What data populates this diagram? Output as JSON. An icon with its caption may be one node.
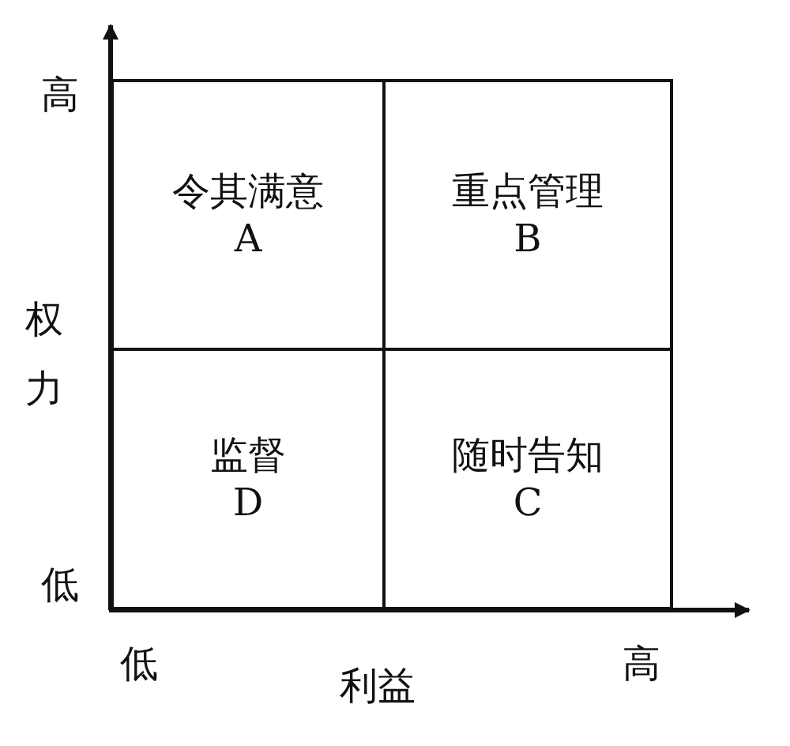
{
  "diagram": {
    "nodes": [
      {
        "text": [
          "令其满意",
          "A"
        ]
      },
      {
        "text": [
          "重点管理",
          "B"
        ]
      },
      {
        "text": [
          "监督",
          "D"
        ]
      },
      {
        "text": [
          "随时告知",
          "C"
        ]
      }
    ],
    "labels": [
      "高",
      "权力",
      "低",
      "低",
      "利益",
      "高"
    ]
  }
}
